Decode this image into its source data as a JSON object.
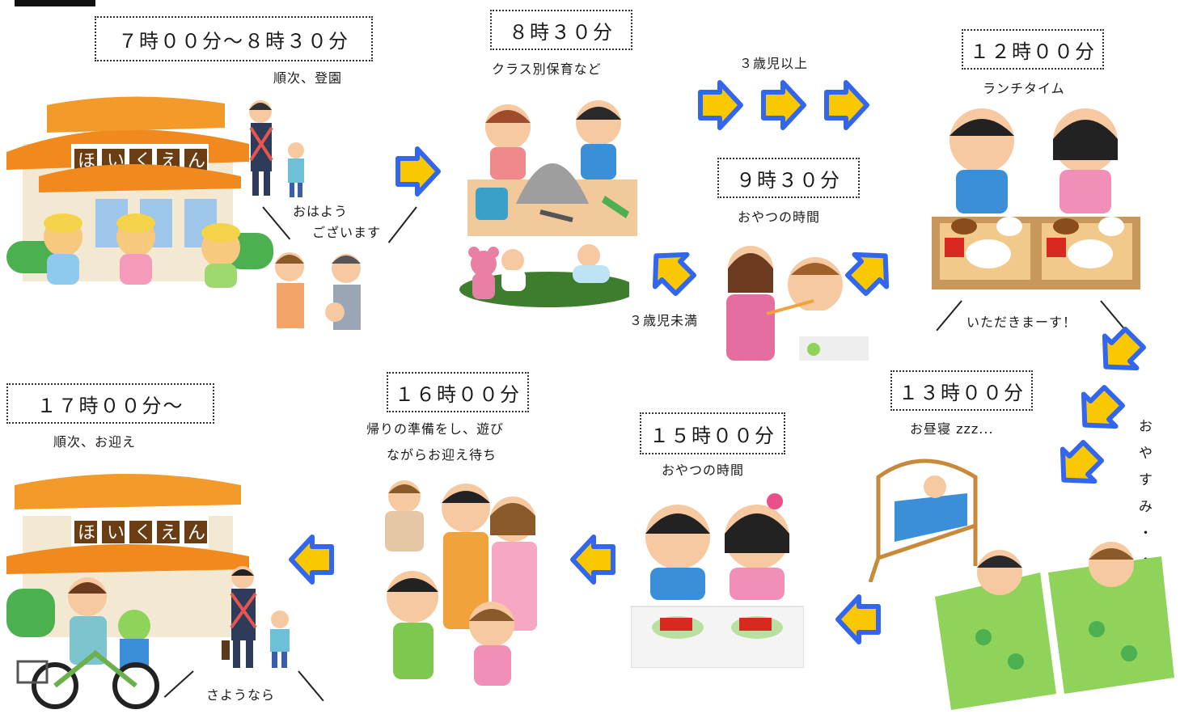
{
  "colors": {
    "arrow_fill": "#f9c800",
    "arrow_stroke": "#3366ee",
    "box_border": "#333333",
    "text": "#1a1a1a"
  },
  "schedule": [
    {
      "id": "morning",
      "time": "７時００分～８時３０分",
      "caption": "順次、登園"
    },
    {
      "id": "class",
      "time": "８時３０分",
      "caption": "クラス別保育など"
    },
    {
      "id": "snack1",
      "time": "９時３０分",
      "caption": "おやつの時間"
    },
    {
      "id": "lunch",
      "time": "１２時００分",
      "caption": "ランチタイム"
    },
    {
      "id": "nap",
      "time": "１３時００分",
      "caption": "お昼寝 zzz..."
    },
    {
      "id": "snack2",
      "time": "１５時００分",
      "caption": "おやつの時間"
    },
    {
      "id": "goinghome",
      "time": "１６時００分",
      "caption_line1": "帰りの準備をし、遊び",
      "caption_line2": "ながらお迎え待ち"
    },
    {
      "id": "pickup",
      "time": "１７時００分～",
      "caption": "順次、お迎え"
    }
  ],
  "labels": {
    "greeting_line1": "おはよう",
    "greeting_line2": "ございます",
    "age_over3": "３歳児以上",
    "age_under3": "３歳児未満",
    "itadakimasu": "いただきまーす！",
    "sayonara": "さようなら",
    "oyasumi": [
      "お",
      "や",
      "す",
      "み",
      "・",
      "・"
    ],
    "nursery_sign": [
      "ほ",
      "い",
      "く",
      "え",
      "ん"
    ]
  },
  "icons": {
    "arrow": "block-arrow-icon",
    "nursery": "nursery-building-icon",
    "sandbox": "sandbox-play-icon",
    "feeding": "baby-feeding-icon",
    "lunch": "lunch-children-icon",
    "nap": "nap-futon-icon",
    "snack": "snack-children-icon",
    "family": "family-waiting-icon"
  }
}
